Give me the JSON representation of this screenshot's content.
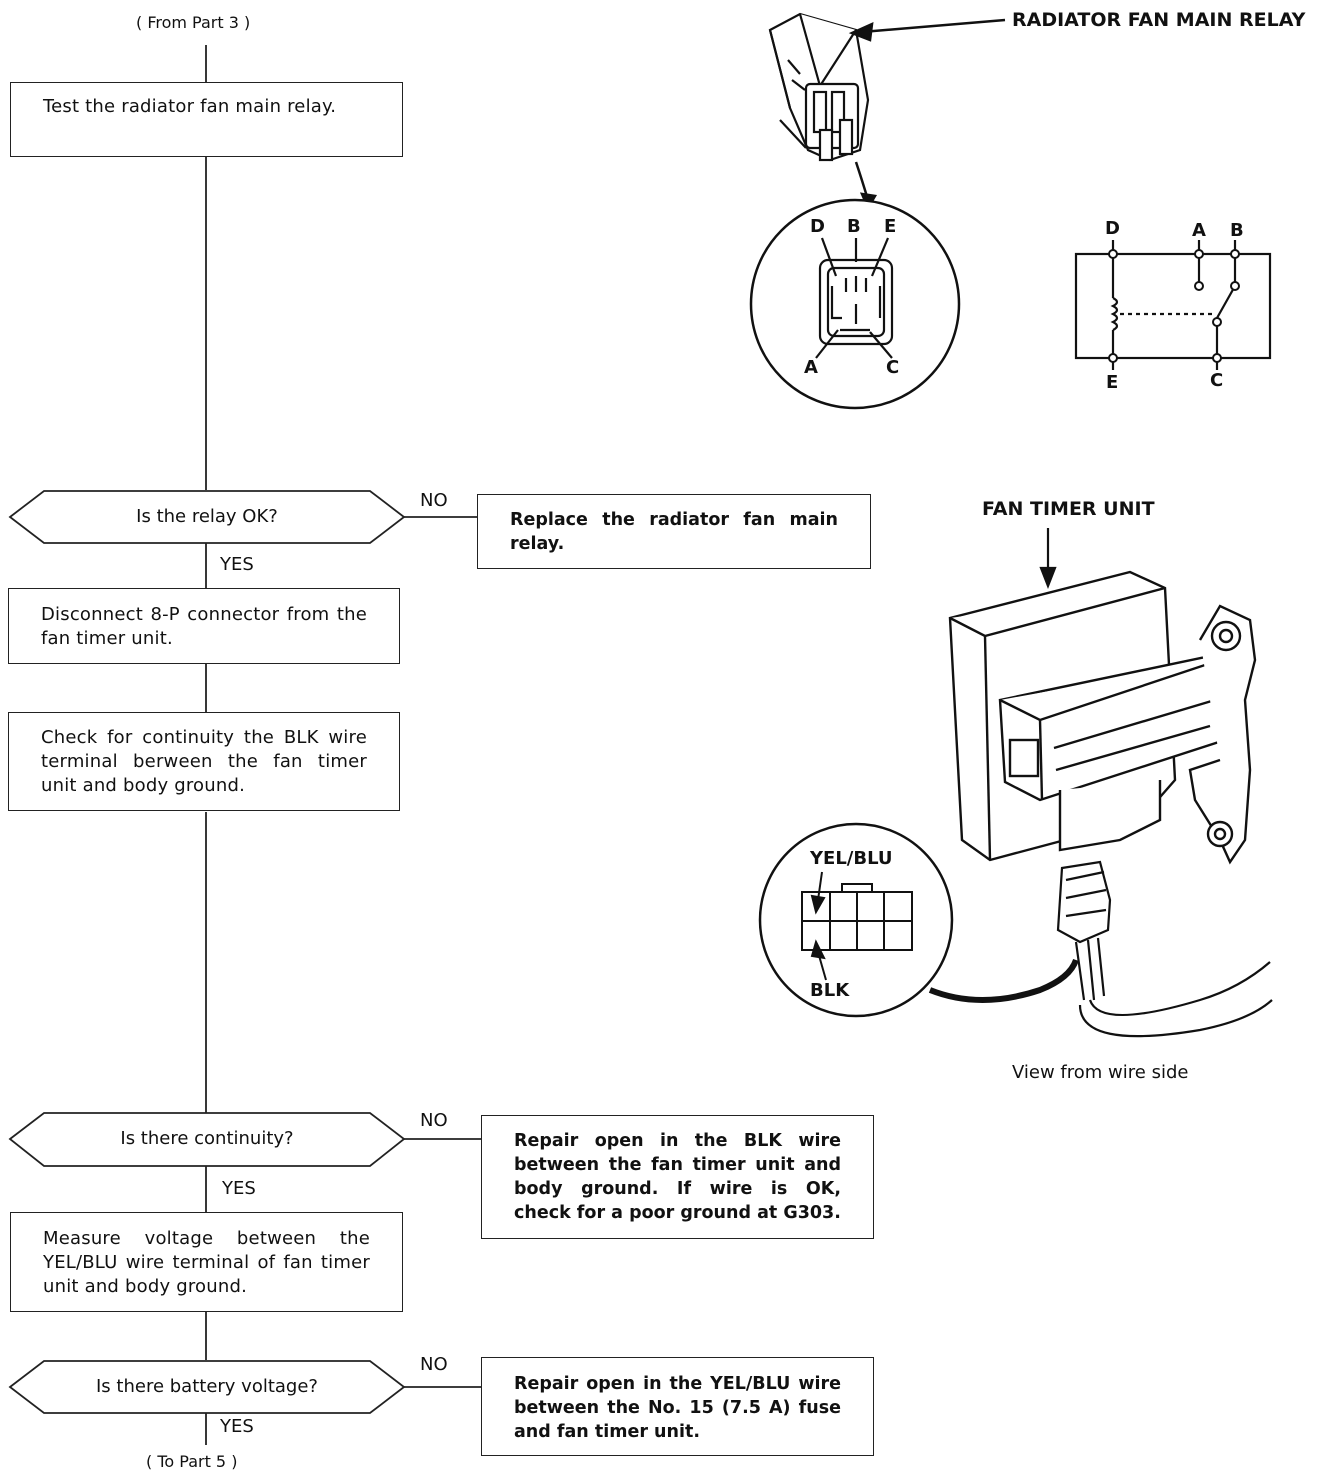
{
  "flow": {
    "from_label": "( From Part 3 )",
    "to_label": "( To Part 5 )",
    "step1": "Test the radiator fan main relay.",
    "q1": "Is the relay OK?",
    "q1_no": "NO",
    "q1_yes": "YES",
    "q1_no_action": "Replace the radiator fan main relay.",
    "step2": "Disconnect 8-P connector from the fan timer unit.",
    "step3": "Check for continuity the BLK wire terminal berween the fan timer unit and body ground.",
    "q2": "Is there continuity?",
    "q2_no": "NO",
    "q2_yes": "YES",
    "q2_no_action": "Repair open in the BLK wire between the fan timer unit and body ground. If wire is OK, check for a poor ground at G303.",
    "step4": "Measure voltage between the YEL/BLU wire terminal of fan timer unit and body ground.",
    "q3": "Is there battery voltage?",
    "q3_no": "NO",
    "q3_yes": "YES",
    "q3_no_action": "Repair open in the YEL/BLU wire between the No. 15 (7.5 A) fuse and fan timer unit."
  },
  "relay_figure": {
    "title": "RADIATOR FAN MAIN RELAY",
    "connector_pins": {
      "top_left": "D",
      "top_mid": "B",
      "top_right": "E",
      "bottom_left": "A",
      "bottom_right": "C"
    },
    "schematic_pins": {
      "top_left": "D",
      "top_mid": "A",
      "top_right": "B",
      "bottom_left": "E",
      "bottom_right": "C"
    }
  },
  "timer_figure": {
    "title": "FAN TIMER UNIT",
    "wire_top": "YEL/BLU",
    "wire_bottom": "BLK",
    "caption": "View from wire side"
  }
}
